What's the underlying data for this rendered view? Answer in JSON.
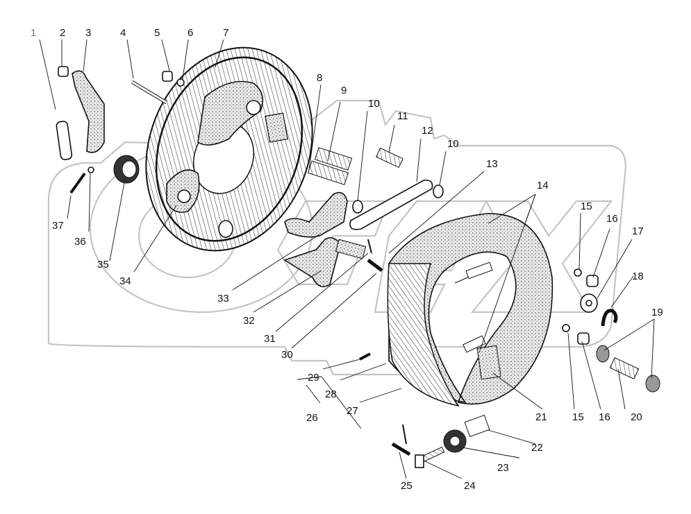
{
  "diagram": {
    "title": "Brake assembly exploded view",
    "watermark": "OPEX",
    "colors": {
      "ink": "#111111",
      "watermark": "#c4c4c4",
      "background": "#ffffff"
    },
    "callouts": [
      {
        "id": "1",
        "label": "1"
      },
      {
        "id": "2",
        "label": "2"
      },
      {
        "id": "3",
        "label": "3"
      },
      {
        "id": "4",
        "label": "4"
      },
      {
        "id": "5",
        "label": "5"
      },
      {
        "id": "6",
        "label": "6"
      },
      {
        "id": "7",
        "label": "7"
      },
      {
        "id": "8",
        "label": "8"
      },
      {
        "id": "9",
        "label": "9"
      },
      {
        "id": "10a",
        "label": "10"
      },
      {
        "id": "11",
        "label": "11"
      },
      {
        "id": "12",
        "label": "12"
      },
      {
        "id": "10b",
        "label": "10"
      },
      {
        "id": "13",
        "label": "13"
      },
      {
        "id": "14",
        "label": "14"
      },
      {
        "id": "15a",
        "label": "15"
      },
      {
        "id": "16a",
        "label": "16"
      },
      {
        "id": "17",
        "label": "17"
      },
      {
        "id": "18",
        "label": "18"
      },
      {
        "id": "19",
        "label": "19"
      },
      {
        "id": "20",
        "label": "20"
      },
      {
        "id": "16b",
        "label": "16"
      },
      {
        "id": "15b",
        "label": "15"
      },
      {
        "id": "21",
        "label": "21"
      },
      {
        "id": "22",
        "label": "22"
      },
      {
        "id": "23",
        "label": "23"
      },
      {
        "id": "24",
        "label": "24"
      },
      {
        "id": "25",
        "label": "25"
      },
      {
        "id": "26",
        "label": "26"
      },
      {
        "id": "27",
        "label": "27"
      },
      {
        "id": "28",
        "label": "28"
      },
      {
        "id": "29",
        "label": "29"
      },
      {
        "id": "30",
        "label": "30"
      },
      {
        "id": "31",
        "label": "31"
      },
      {
        "id": "32",
        "label": "32"
      },
      {
        "id": "33",
        "label": "33"
      },
      {
        "id": "34",
        "label": "34"
      },
      {
        "id": "35",
        "label": "35"
      },
      {
        "id": "36",
        "label": "36"
      },
      {
        "id": "37",
        "label": "37"
      }
    ]
  }
}
